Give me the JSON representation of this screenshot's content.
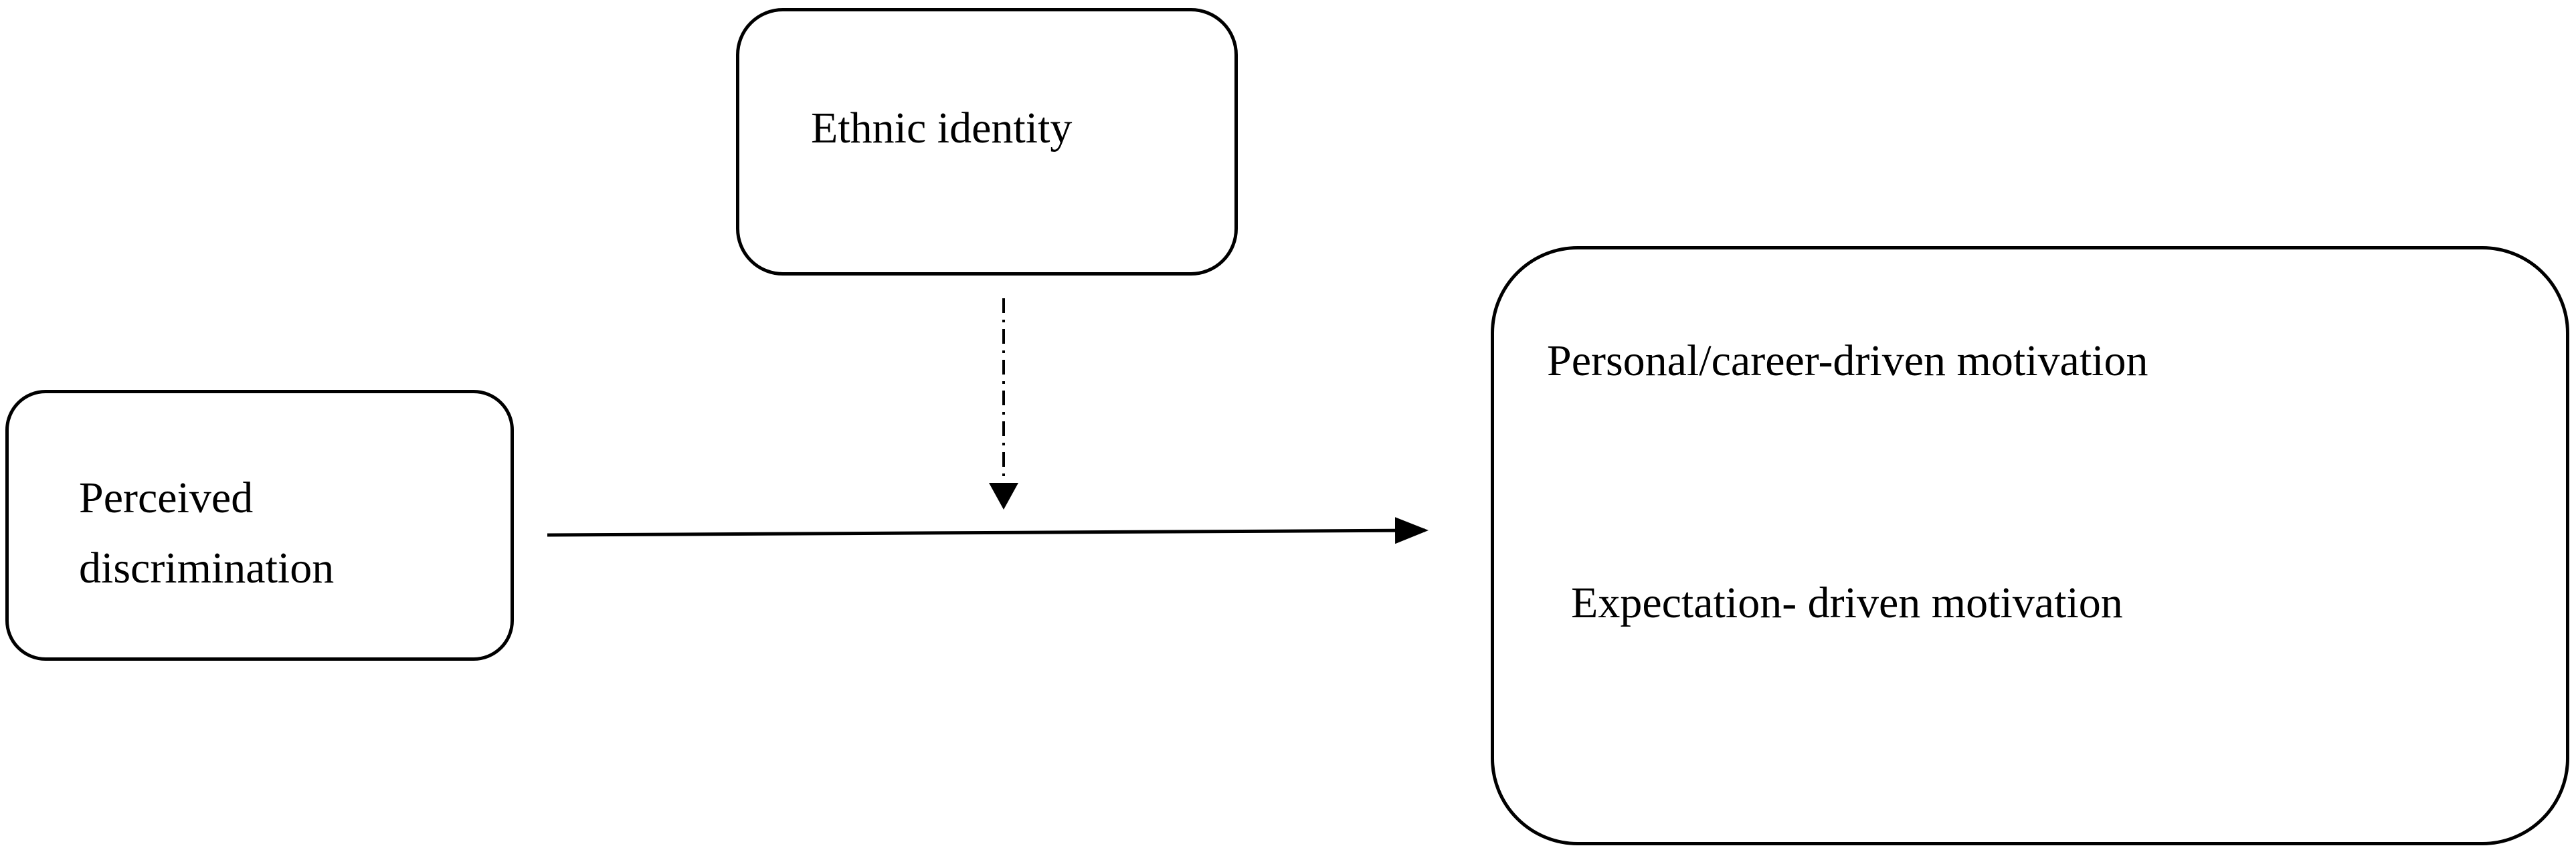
{
  "nodes": {
    "ethnic_identity": {
      "label": "Ethnic identity"
    },
    "perceived_discrimination": {
      "label_line1": "Perceived",
      "label_line2": "discrimination"
    },
    "outcomes": {
      "personal_label": "Personal/career-driven motivation",
      "expectation_label": "Expectation- driven motivation"
    }
  },
  "edges": [
    {
      "from": "perceived_discrimination",
      "to": "outcomes",
      "style": "solid"
    },
    {
      "from": "ethnic_identity",
      "to": "perceived_discrimination->outcomes",
      "style": "dash-dot"
    }
  ],
  "colors": {
    "stroke": "#000000",
    "background": "#ffffff"
  }
}
